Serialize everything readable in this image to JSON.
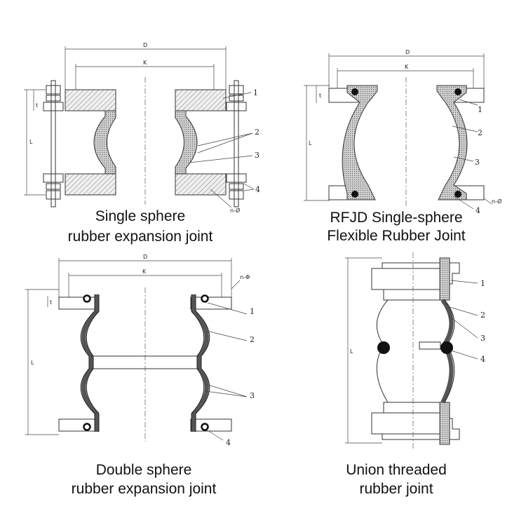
{
  "panels": [
    {
      "caption_line1": "Single sphere",
      "caption_line2": "rubber expansion joint",
      "dims": {
        "D": "D",
        "K": "K",
        "L": "L",
        "t": "t",
        "n": "n-Ø"
      },
      "callouts": [
        "1",
        "2",
        "3",
        "4"
      ]
    },
    {
      "caption_line1": "RFJD Single-sphere",
      "caption_line2": "Flexible Rubber Joint",
      "dims": {
        "D": "D",
        "K": "K",
        "L": "L",
        "t": "t",
        "n": "n-Ø"
      },
      "callouts": [
        "1",
        "2",
        "3",
        "4"
      ]
    },
    {
      "caption_line1": "Double sphere",
      "caption_line2": "rubber expansion joint",
      "dims": {
        "D": "D",
        "K": "K",
        "L": "L",
        "t": "t",
        "n": "n-Φ"
      },
      "callouts": [
        "1",
        "2",
        "3",
        "4"
      ]
    },
    {
      "caption_line1": "Union threaded",
      "caption_line2": "rubber joint",
      "dims": {
        "L": "L"
      },
      "callouts": [
        "1",
        "2",
        "3",
        "4"
      ]
    }
  ]
}
